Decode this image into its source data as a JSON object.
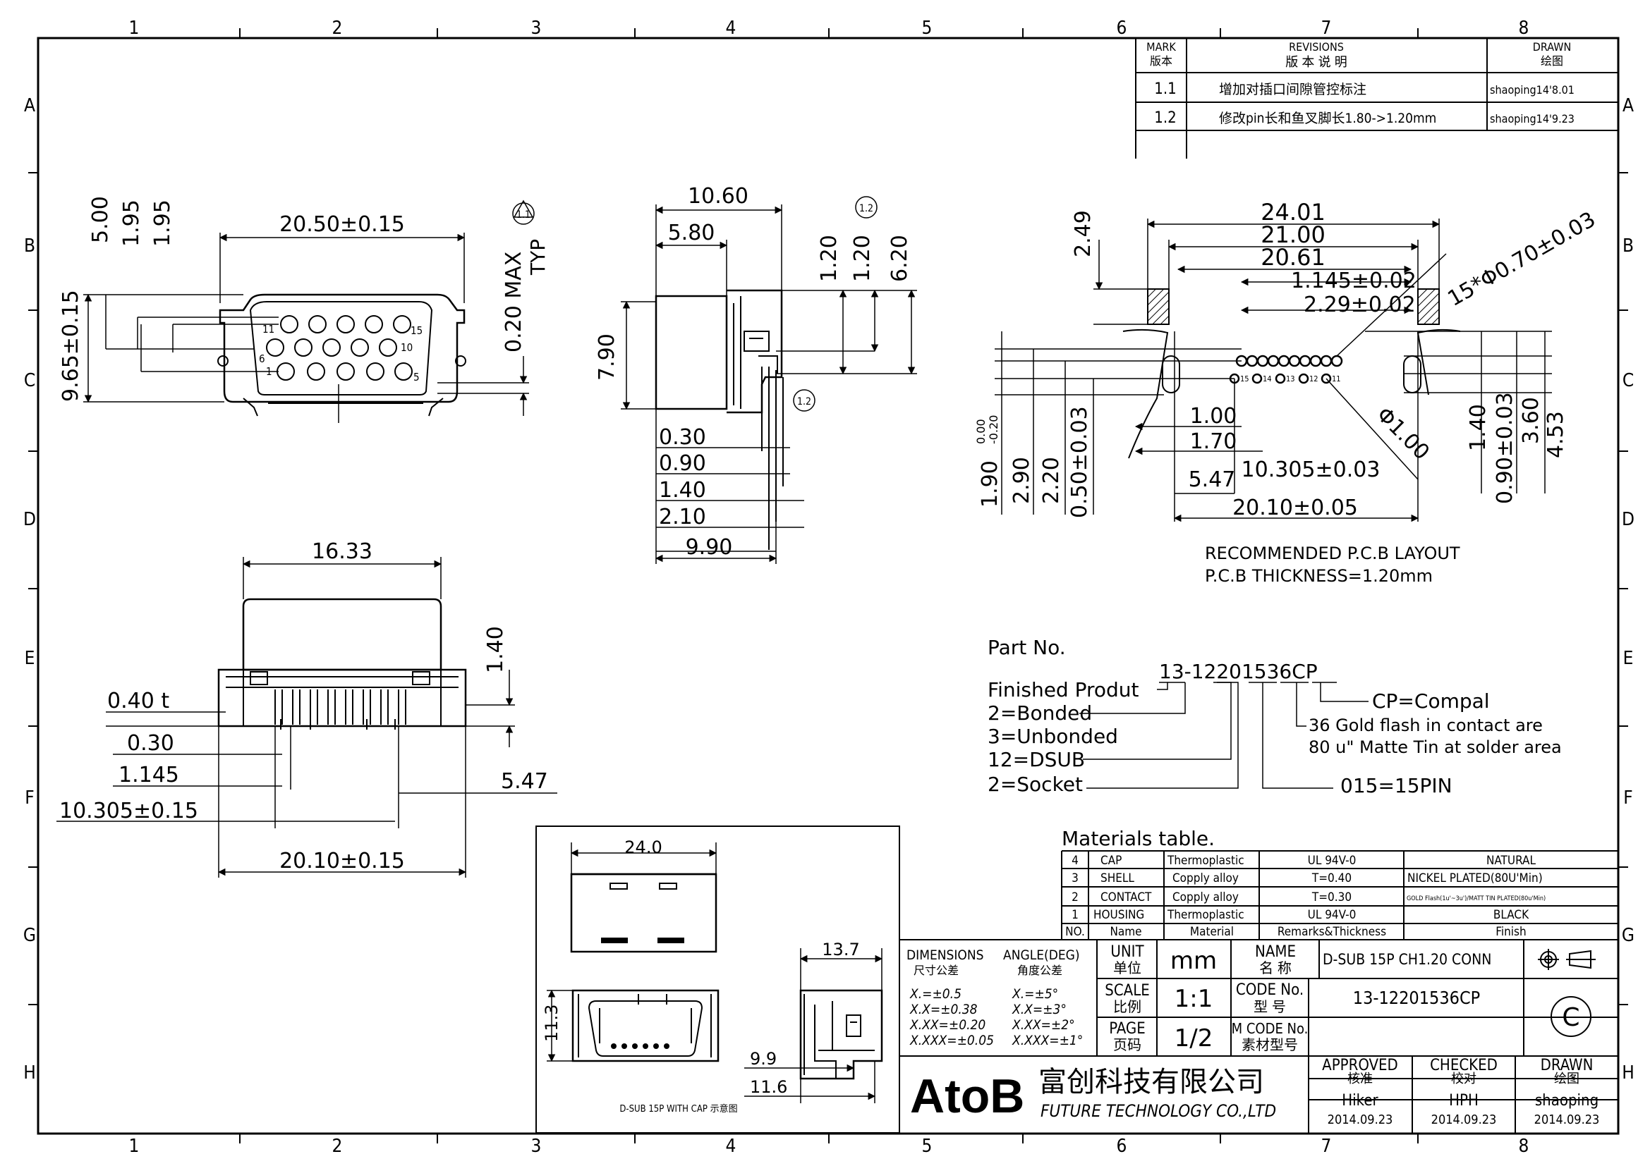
{
  "frame": {
    "columns": [
      "1",
      "2",
      "3",
      "4",
      "5",
      "6",
      "7",
      "8"
    ],
    "rows": [
      "A",
      "B",
      "C",
      "D",
      "E",
      "F",
      "G",
      "H"
    ]
  },
  "revisions": {
    "mark_header": "MARK",
    "mark_header_cn": "版本",
    "revisions_header": "REVISIONS",
    "revisions_header_cn": "版  本  说  明",
    "drawn_header": "DRAWN",
    "drawn_header_cn": "绘图",
    "rows": [
      {
        "mark": "1.1",
        "desc": "增加对插口间隙管控标注",
        "drawn": "shaoping14'8.01"
      },
      {
        "mark": "1.2",
        "desc": "修改pin长和鱼叉脚长1.80->1.20mm",
        "drawn": "shaoping14'9.23"
      }
    ]
  },
  "front_view": {
    "d_width": "20.50±0.15",
    "d_5": "5.00",
    "d_195a": "1.95",
    "d_195b": "1.95",
    "d_965": "9.65±0.15",
    "d_max": "0.20 MAX",
    "d_typ": "TYP",
    "rev_tag": "1.1",
    "pins": [
      "11",
      "15",
      "6",
      "10",
      "1",
      "5"
    ]
  },
  "side_view": {
    "d_1060": "10.60",
    "d_580": "5.80",
    "d_790": "7.90",
    "d_120a": "1.20",
    "d_120b": "1.20",
    "d_620": "6.20",
    "d_030": "0.30",
    "d_090": "0.90",
    "d_140": "1.40",
    "d_210": "2.10",
    "d_990": "9.90",
    "rev_tag": "1.2"
  },
  "pcb_layout": {
    "d_2401": "24.01",
    "d_2100": "21.00",
    "d_2061": "20.61",
    "d_1145": "1.145±0.02",
    "d_229": "2.29±0.02",
    "d_holes": "15*Φ0.70±0.03",
    "d_249": "2.49",
    "d_100": "1.00",
    "d_170": "1.70",
    "d_547": "5.47",
    "d_10305": "10.305±0.03",
    "d_phi100": "Φ1.00",
    "d_2010": "20.10±0.05",
    "d_190": "1.90",
    "d_190_tol_top": "0.00",
    "d_190_tol_bot": "-0.20",
    "d_290": "2.90",
    "d_220": "2.20",
    "d_050": "0.50±0.03",
    "d_140r": "1.40",
    "d_090r": "0.90±0.03",
    "d_360": "3.60",
    "d_453": "4.53",
    "pin_labels": [
      "15",
      "14",
      "13",
      "12",
      "11"
    ],
    "note1": "RECOMMENDED  P.C.B  LAYOUT",
    "note2": "P.C.B  THICKNESS=1.20mm"
  },
  "bottom_view": {
    "d_1633": "16.33",
    "d_140": "1.40",
    "d_040": "0.40  t",
    "d_030": "0.30",
    "d_1145": "1.145",
    "d_10305": "10.305±0.15",
    "d_547": "5.47",
    "d_2010": "20.10±0.15"
  },
  "part_no": {
    "title": "Part  No.",
    "code": "13-12201536CP",
    "finished": "Finished  Produt",
    "bonded": "2=Bonded",
    "unbonded": "3=Unbonded",
    "dsub": "12=DSUB",
    "socket": "2=Socket",
    "cp": "CP=Compal",
    "gold1": "36  Gold  flash  in  contact  are",
    "gold2": "80  u\"  Matte  Tin  at  solder  area",
    "pin": "015=15PIN"
  },
  "cap_view": {
    "d_240": "24.0",
    "d_137": "13.7",
    "d_113": "11.3",
    "d_99": "9.9",
    "d_116": "11.6",
    "caption": "D-SUB  15P  WITH  CAP  示意图"
  },
  "materials": {
    "title": "Materials  table.",
    "rows": [
      {
        "no": "4",
        "name": "CAP",
        "material": "Thermoplastic",
        "remarks": "UL  94V-0",
        "finish": "NATURAL"
      },
      {
        "no": "3",
        "name": "SHELL",
        "material": "Copply  alloy",
        "remarks": "T=0.40",
        "finish": "NICKEL  PLATED(80U'Min)"
      },
      {
        "no": "2",
        "name": "CONTACT",
        "material": "Copply  alloy",
        "remarks": "T=0.30",
        "finish": "GOLD  Flash(1u'~3u')/MATT  TIN  PLATED(80u'Min)"
      },
      {
        "no": "1",
        "name": "HOUSING",
        "material": "Thermoplastic",
        "remarks": "UL  94V-0",
        "finish": "BLACK"
      }
    ],
    "header": {
      "no": "NO.",
      "name": "Name",
      "material": "Material",
      "remarks": "Remarks&Thickness",
      "finish": "Finish"
    }
  },
  "title_block": {
    "dim_title": "DIMENSIONS",
    "dim_title_cn": "尺寸公差",
    "ang_title": "ANGLE(DEG)",
    "ang_title_cn": "角度公差",
    "dim_tol": [
      "X.=±0.5",
      "X.X=±0.38",
      "X.XX=±0.20",
      "X.XXX=±0.05"
    ],
    "ang_tol": [
      "X.=±5°",
      "X.X=±3°",
      "X.XX=±2°",
      "X.XXX=±1°"
    ],
    "unit_label": "UNIT",
    "unit_label_cn": "单位",
    "unit": "mm",
    "name_label": "NAME",
    "name_label_cn": "名  称",
    "name": "D-SUB  15P  CH1.20  CONN",
    "scale_label": "SCALE",
    "scale_label_cn": "比例",
    "scale": "1:1",
    "code_label": "CODE  No.",
    "code_label_cn": "型    号",
    "code": "13-12201536CP",
    "page_label": "PAGE",
    "page_label_cn": "页码",
    "page": "1/2",
    "mcode_label": "M  CODE  No.",
    "mcode_label_cn": "素材型号",
    "copyright": "C",
    "logo": "AtoB",
    "company_cn": "富创科技有限公司",
    "company_en": "FUTURE  TECHNOLOGY  CO.,LTD",
    "approved": "APPROVED",
    "approved_cn": "核准",
    "checked": "CHECKED",
    "checked_cn": "校对",
    "drawn": "DRAWN",
    "drawn_cn": "绘图",
    "approved_by": "Hiker",
    "checked_by": "HPH",
    "drawn_by": "shaoping",
    "approved_date": "2014.09.23",
    "checked_date": "2014.09.23",
    "drawn_date": "2014.09.23"
  }
}
